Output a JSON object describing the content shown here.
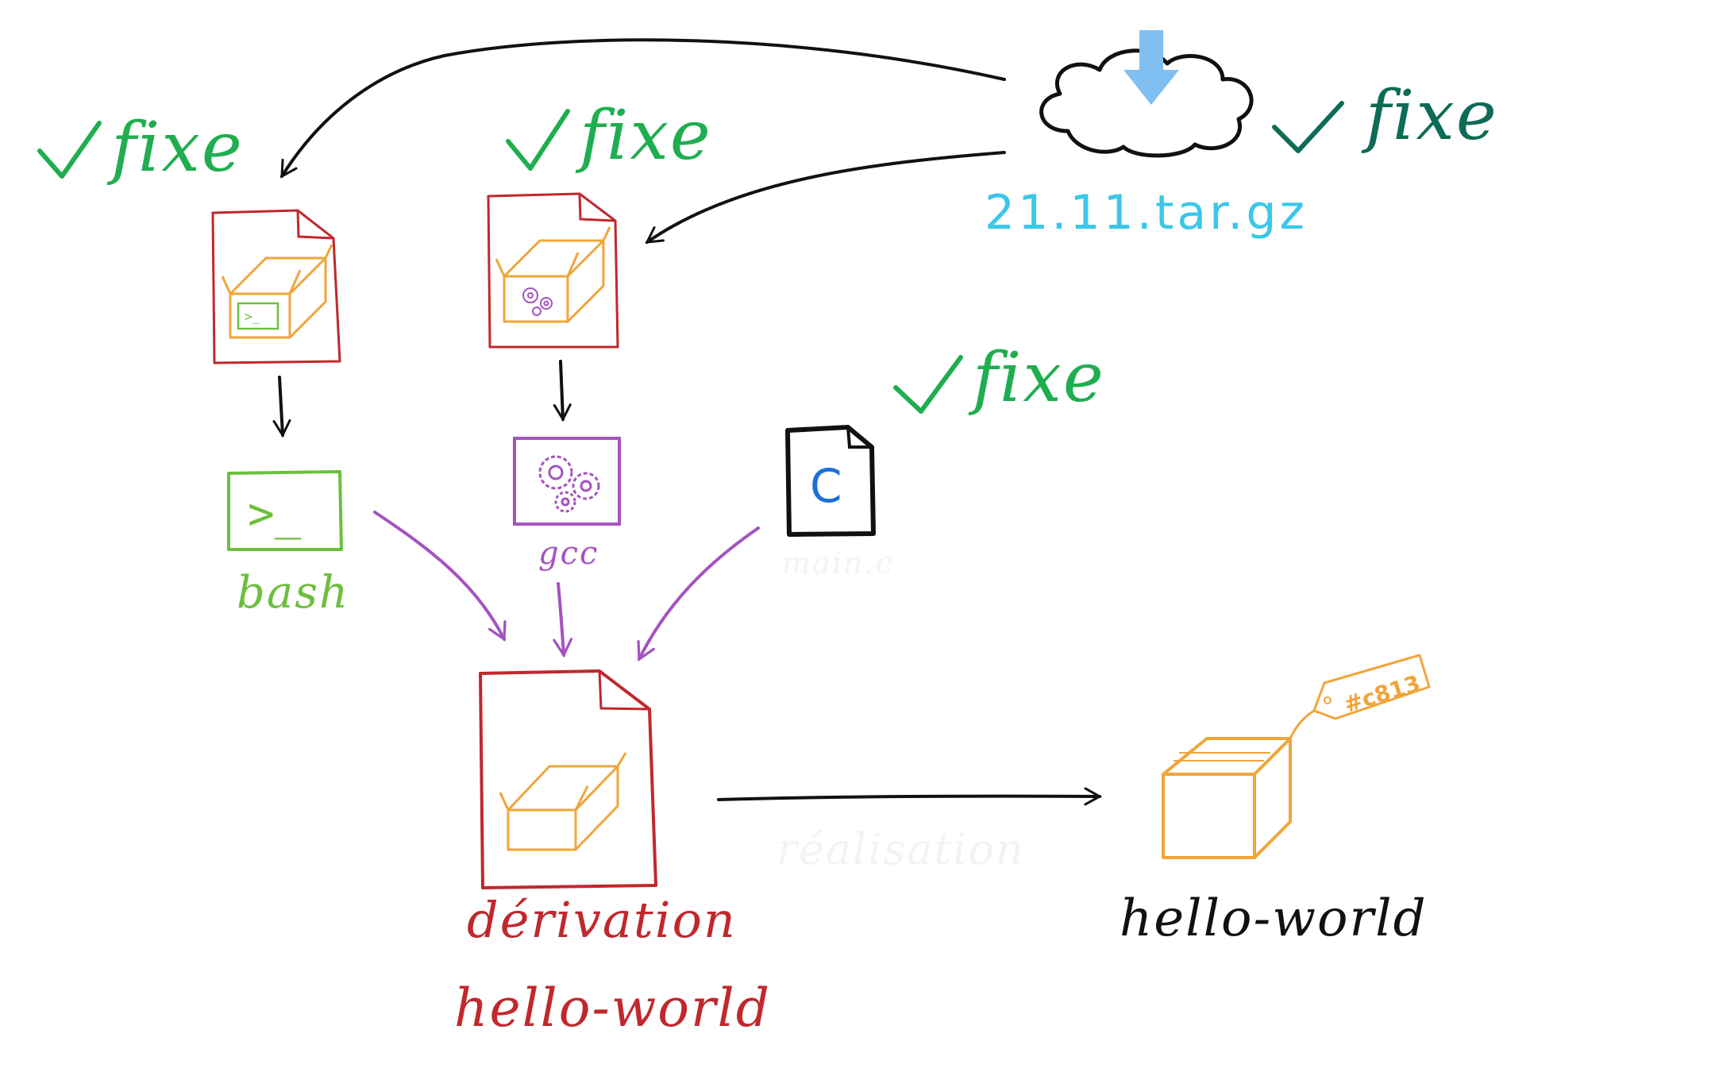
{
  "colors": {
    "ink": "#111111",
    "green": "#1fae4f",
    "dark_green": "#0e6b55",
    "cyan": "#3ac7ea",
    "sky": "#7fbff2",
    "red": "#c0282d",
    "orange": "#f0a53b",
    "purple": "#a553c0",
    "lime": "#6cbf3d",
    "blue": "#1e6fd8"
  },
  "checks": {
    "check_1": "fixe",
    "check_2": "fixe",
    "check_3": "fixe",
    "check_4": "fixe"
  },
  "tarball": {
    "label": "21.11.tar.gz",
    "icon": "cloud-download-icon"
  },
  "terminal": {
    "prompt": ">_",
    "label": "bash"
  },
  "compiler": {
    "label": "gcc"
  },
  "source": {
    "letter": "C",
    "label": "main.c"
  },
  "derivation": {
    "label_top": "dérivation",
    "label_bottom": "hello-world"
  },
  "realisation": {
    "label": "réalisation"
  },
  "output": {
    "label": "hello-world",
    "tag": "#c813"
  }
}
